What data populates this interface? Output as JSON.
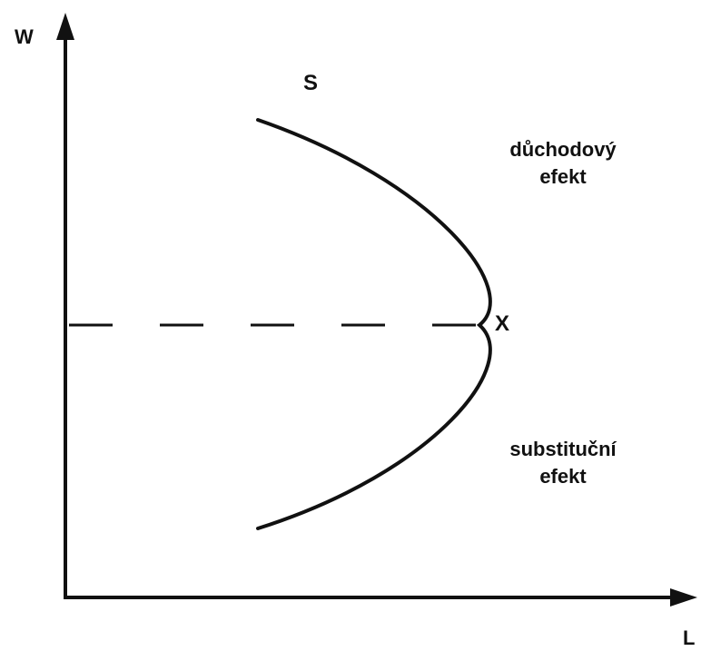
{
  "labels": {
    "y_axis": "W",
    "x_axis": "L",
    "curve": "S",
    "turning_point": "X",
    "upper_effect": [
      "důchodový",
      "efekt"
    ],
    "lower_effect": [
      "substituční",
      "efekt"
    ]
  },
  "colors": {
    "ink": "#111111",
    "background": "#ffffff"
  }
}
